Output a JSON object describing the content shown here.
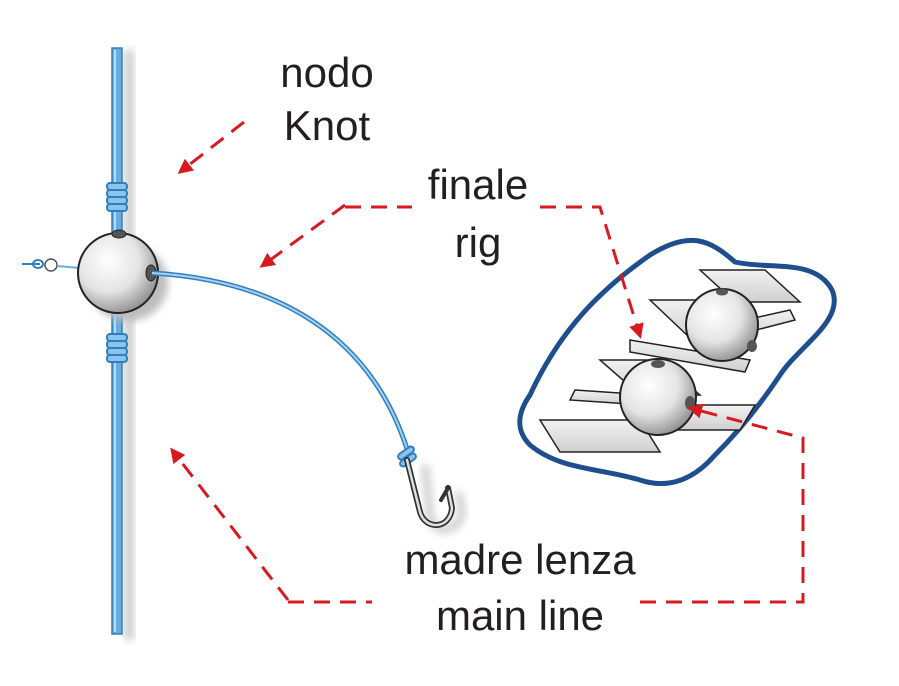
{
  "labels": {
    "knot_it": "nodo",
    "knot_en": "Knot",
    "rig_it": "finale",
    "rig_en": "rig",
    "main_line_it": "madre lenza",
    "main_line_en": "main line"
  },
  "colors": {
    "line": "#6aace0",
    "line_dark": "#2f7fc0",
    "arrow": "#d71920",
    "outline": "#1f4e8c",
    "bead": "#e8e8e8"
  },
  "icons": {
    "bead": "sliding-bead-icon",
    "hook": "fish-hook-icon",
    "swivel": "swivel-icon",
    "bead_rack": "bead-rack-icon"
  }
}
